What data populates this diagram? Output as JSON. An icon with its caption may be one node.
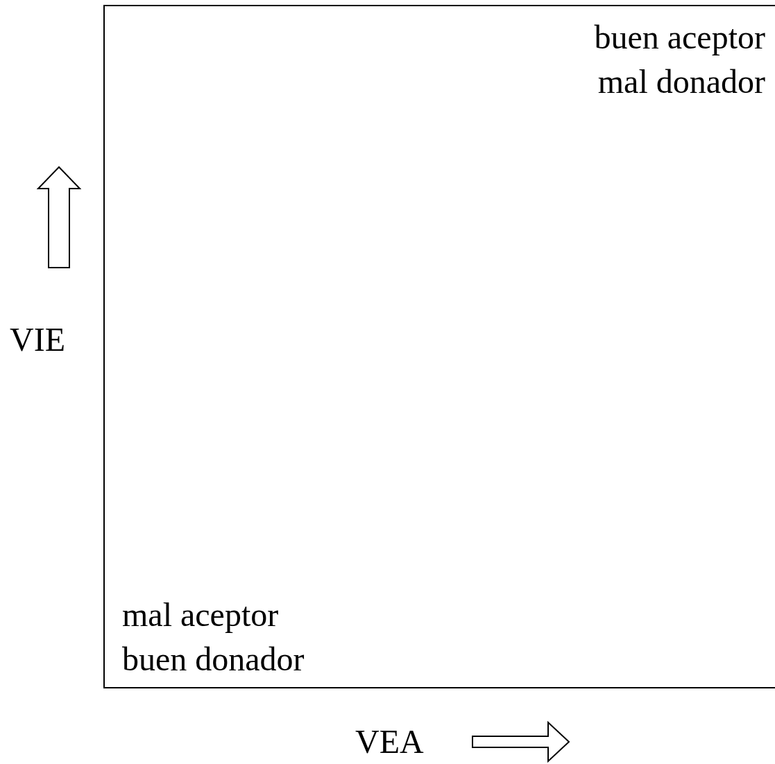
{
  "diagram": {
    "labels": [
      "buen aceptor mal donador",
      "VIE",
      "mal aceptor buen donador",
      "VEA"
    ]
  }
}
